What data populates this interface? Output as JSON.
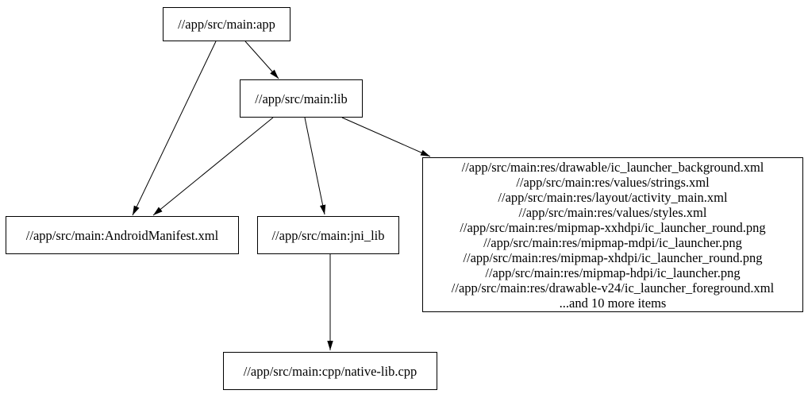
{
  "graph": {
    "title": "bazel target dependency graph",
    "background_color": "#ffffff",
    "node_border_color": "#000000",
    "edge_color": "#000000",
    "text_color": "#000000",
    "nodes": {
      "app": {
        "label": "//app/src/main:app"
      },
      "lib": {
        "label": "//app/src/main:lib"
      },
      "manifest": {
        "label": "//app/src/main:AndroidManifest.xml"
      },
      "jni_lib": {
        "label": "//app/src/main:jni_lib"
      },
      "resources": {
        "lines": [
          "//app/src/main:res/drawable/ic_launcher_background.xml",
          "//app/src/main:res/values/strings.xml",
          "//app/src/main:res/layout/activity_main.xml",
          "//app/src/main:res/values/styles.xml",
          "//app/src/main:res/mipmap-xxhdpi/ic_launcher_round.png",
          "//app/src/main:res/mipmap-mdpi/ic_launcher.png",
          "//app/src/main:res/mipmap-xhdpi/ic_launcher_round.png",
          "//app/src/main:res/mipmap-hdpi/ic_launcher.png",
          "//app/src/main:res/drawable-v24/ic_launcher_foreground.xml",
          "...and 10 more items"
        ]
      },
      "native_cpp": {
        "label": "//app/src/main:cpp/native-lib.cpp"
      }
    },
    "edges": [
      {
        "from": "app",
        "to": "manifest"
      },
      {
        "from": "app",
        "to": "lib"
      },
      {
        "from": "lib",
        "to": "manifest"
      },
      {
        "from": "lib",
        "to": "jni_lib"
      },
      {
        "from": "lib",
        "to": "resources"
      },
      {
        "from": "jni_lib",
        "to": "native_cpp"
      }
    ]
  }
}
